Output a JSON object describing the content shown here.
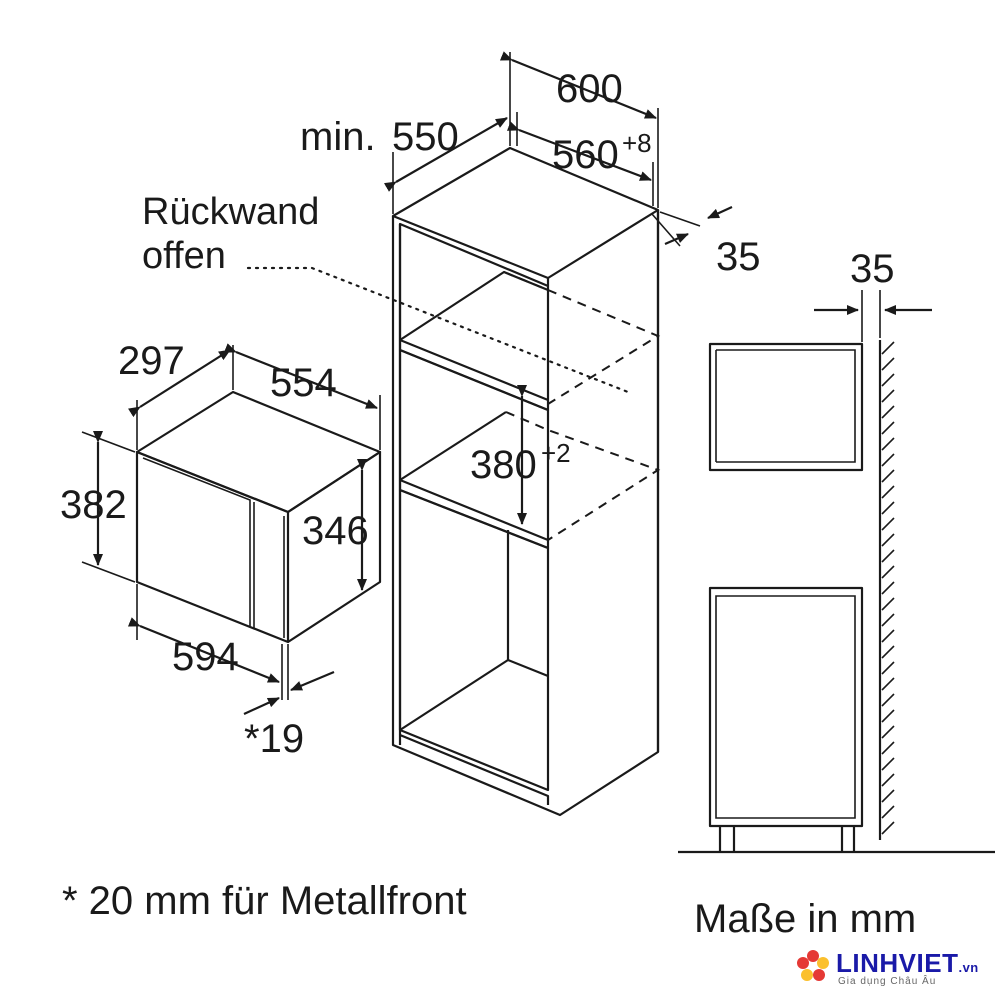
{
  "dimensions": {
    "cabinet_width": "600",
    "min_depth_prefix": "min.",
    "min_depth": "550",
    "niche_width": "560",
    "niche_width_tolerance": "+8",
    "rear_gap_top": "35",
    "rear_gap_side": "35",
    "niche_height": "380",
    "niche_height_tolerance": "+2",
    "appliance_depth": "297",
    "appliance_width_top": "554",
    "appliance_height": "382",
    "appliance_inner_height": "346",
    "appliance_width_bottom": "594",
    "front_thickness": "*19"
  },
  "labels": {
    "rear_wall_line1": "Rückwand",
    "rear_wall_line2": "offen",
    "footnote": "* 20 mm für Metallfront",
    "units": "Maße in mm"
  },
  "brand": {
    "name": "LINHVIET",
    "tld": ".vn",
    "tagline": "Gia dụng Châu Âu",
    "colors": {
      "red": "#e53935",
      "yellow": "#fbc02d",
      "blue": "#1a1aa8"
    }
  }
}
